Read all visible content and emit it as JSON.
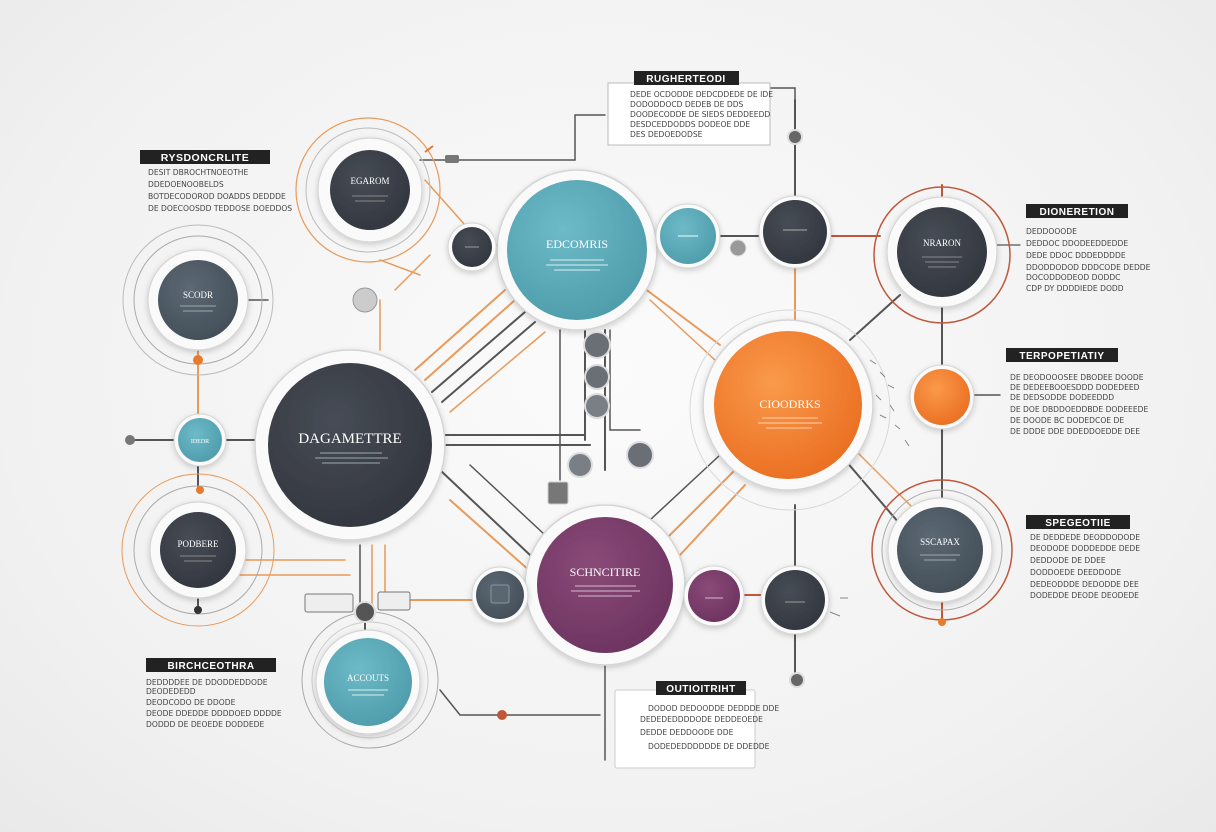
{
  "colors": {
    "dark": "#3a3e47",
    "teal": "#5aaab8",
    "orange": "#f07a2c",
    "purple": "#7a3d68",
    "slate": "#4a5661",
    "line_orange": "#e89a5a",
    "line_dark": "#555555",
    "line_red": "#c0563a",
    "ring": "#cfcfcf"
  },
  "nodes": {
    "center_dark": {
      "label": "DAGAMETTRE"
    },
    "top_teal": {
      "label": "EDCOMRIS"
    },
    "right_orange": {
      "label": "CIOODRKS"
    },
    "bottom_purple": {
      "label": "SCHNCITIRE"
    },
    "top_left_dark": {
      "label": "EGAROM"
    },
    "left_slate": {
      "label": "SCODR"
    },
    "left_lower_dark": {
      "label": "PODBERE"
    },
    "bottom_left_teal": {
      "label": "ACCOUTS"
    },
    "top_right_dark": {
      "label": "NRARON"
    },
    "right_lower_slate": {
      "label": "SSCAPAX"
    },
    "small_left_teal": {
      "label": "IDEDR"
    }
  },
  "text_blocks": {
    "top_left": {
      "title": "RYSDONCRLITE",
      "lines": [
        "DESIT DBROCHTNOEOTHE",
        "DDEDOENOOBELDS",
        "BOTDECODOROD DOADDS DEDDDE",
        "DE DOECOOSDD TEDDOSE DOEDDOS"
      ]
    },
    "top_center": {
      "title": "RUGHERTEODI",
      "lines": [
        "DEDE OCDODDE DEDCDDEDE DE IDE",
        "DODODDOCD DEDEB DE DDS",
        "DOODECODDE DE SIEDS DEDDEEDD",
        "DESDCEDDODDS DODEOE DDE",
        "DES DEDOEDODSE"
      ]
    },
    "top_right": {
      "title": "DIONERETION",
      "lines": [
        "DEDDOOODE",
        "DEDDOC DDODEEDDEDDE",
        "DEDE DDOC DDDEDDDDE",
        "DDODDODOD DDDCODE DEDDE",
        "DOCODDODEOD DODDC",
        "CDP DY DDDDIEDE DODD"
      ]
    },
    "mid_right": {
      "title": "TERPOPETIATIY",
      "lines": [
        "DE DEODOOOSEE DBODEE DOODE",
        "DE DEDEEBOOESDDD DODEDEED",
        "DE DEDSODDE DODEEDDD",
        "DE DOE DBDDOEDDBDE DODEEEDE",
        "DE DOODE BC DODEDCOE DE",
        "DE DDDE DDE DDEDDOEDDE DEE"
      ]
    },
    "bottom_right": {
      "title": "SPEGEOTIIE",
      "lines": [
        "DE DEDDEDE DEODDODODE",
        "DEODODE DODDEDDE DEDE",
        "DEDDODE DE DDEE",
        "DODDOEDE DEEDDODE",
        "DEDEODDDE DEDODDE DEE",
        "DODEDDE DEODE DEODEDE"
      ]
    },
    "bottom_left": {
      "title": "BIRCHCEOTHRA",
      "lines": [
        "DEDDDDEE DE DDODDEDDODE",
        "DEODEDEDD",
        "DEODCODO DE DDODE",
        "DEODE DDEDDE DDDDOED DDDDE",
        "DODDD DE DEOEDE DODDEDE"
      ]
    },
    "bottom_center": {
      "title": "OUTIOITRIHT",
      "lines": [
        "DODOD DEDOODDE DEDDDE DDE",
        "DEDEDEDDDDODE DEDDEOEDE",
        "DEDDE DEDDOODE DDE",
        "DODEDEDDDDDDE DE DDEDDE"
      ]
    }
  }
}
